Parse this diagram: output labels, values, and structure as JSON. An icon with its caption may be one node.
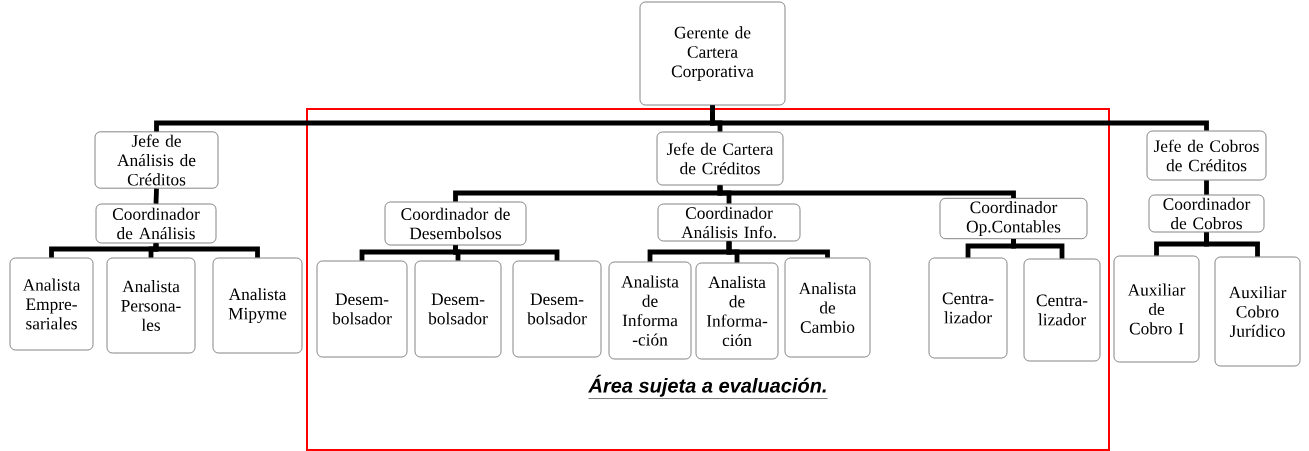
{
  "diagram": {
    "nodes": [
      {
        "text": [
          "Gerente de Cartera Corporativa"
        ]
      },
      {
        "text": [
          "Jefe de Análisis de Créditos"
        ]
      },
      {
        "text": [
          "Coordinador de Análisis"
        ]
      },
      {
        "text": [
          "Analista Empre- sariales"
        ]
      },
      {
        "text": [
          "Analista Persona- les"
        ]
      },
      {
        "text": [
          "Analista Mipyme"
        ]
      },
      {
        "text": [
          "Área sujeta a evaluación."
        ]
      },
      {
        "text": [
          "Jefe de Cartera de Créditos"
        ],
        "in": 6
      },
      {
        "text": [
          "Coordinador de Desembolsos"
        ],
        "in": 6
      },
      {
        "text": [
          "Coordinador Análisis Info."
        ],
        "in": 6
      },
      {
        "text": [
          "Coordinador Op.Contables"
        ],
        "in": 6
      },
      {
        "text": [
          "Desem- bolsador"
        ],
        "in": 6
      },
      {
        "text": [
          "Desem- bolsador"
        ],
        "in": 6
      },
      {
        "text": [
          "Desem- bolsador"
        ],
        "in": 6
      },
      {
        "text": [
          "Analista de Informa -ción"
        ],
        "in": 6
      },
      {
        "text": [
          "Analista de Informa- ción"
        ],
        "in": 6
      },
      {
        "text": [
          "Analista de Cambio"
        ],
        "in": 6
      },
      {
        "text": [
          "Centra- lizador"
        ],
        "in": 6
      },
      {
        "text": [
          "Centra- lizador"
        ],
        "in": 6
      },
      {
        "text": [
          "Jefe de Cobros de Créditos"
        ]
      },
      {
        "text": [
          "Coordinador de Cobros"
        ]
      },
      {
        "text": [
          "Auxiliar de Cobro I"
        ]
      },
      {
        "text": [
          "Auxiliar Cobro Jurídico"
        ]
      }
    ],
    "edges": [
      {
        "from": 0,
        "to": 1,
        "arrow": "none"
      },
      {
        "from": 0,
        "to": 7,
        "arrow": "none"
      },
      {
        "from": 0,
        "to": 19,
        "arrow": "none"
      },
      {
        "from": 1,
        "to": 2,
        "arrow": "none"
      },
      {
        "from": 2,
        "to": 3,
        "arrow": "none"
      },
      {
        "from": 2,
        "to": 4,
        "arrow": "none"
      },
      {
        "from": 2,
        "to": 5,
        "arrow": "none"
      },
      {
        "from": 7,
        "to": 8,
        "arrow": "none"
      },
      {
        "from": 7,
        "to": 9,
        "arrow": "none"
      },
      {
        "from": 7,
        "to": 10,
        "arrow": "none"
      },
      {
        "from": 8,
        "to": 11,
        "arrow": "none"
      },
      {
        "from": 8,
        "to": 12,
        "arrow": "none"
      },
      {
        "from": 8,
        "to": 13,
        "arrow": "none"
      },
      {
        "from": 9,
        "to": 14,
        "arrow": "none"
      },
      {
        "from": 9,
        "to": 15,
        "arrow": "none"
      },
      {
        "from": 9,
        "to": 16,
        "arrow": "none"
      },
      {
        "from": 10,
        "to": 17,
        "arrow": "none"
      },
      {
        "from": 10,
        "to": 18,
        "arrow": "none"
      },
      {
        "from": 19,
        "to": 20,
        "arrow": "none"
      },
      {
        "from": 20,
        "to": 21,
        "arrow": "none"
      },
      {
        "from": 20,
        "to": 22,
        "arrow": "none"
      }
    ]
  }
}
